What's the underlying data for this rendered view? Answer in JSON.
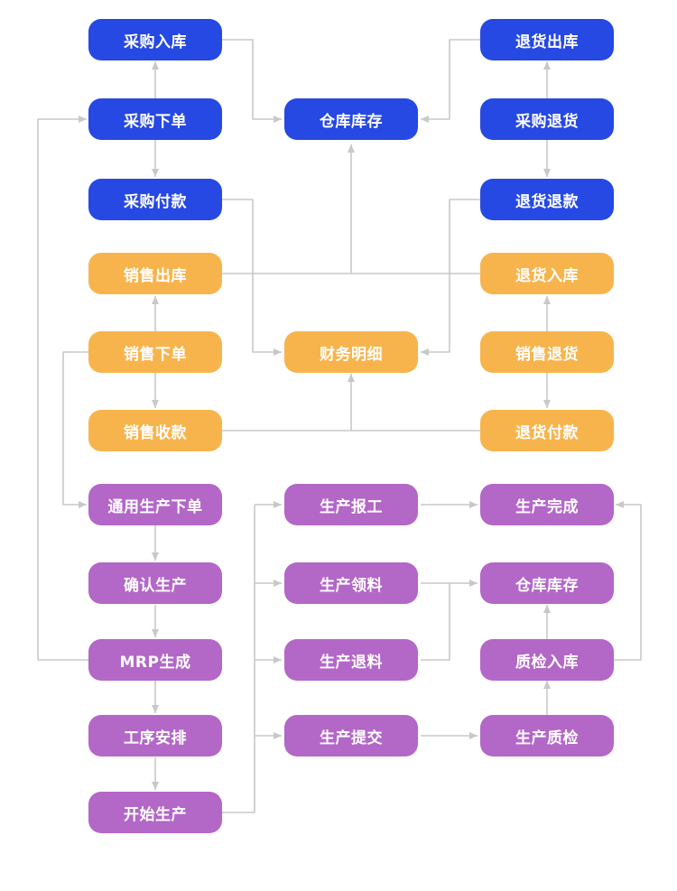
{
  "colors": {
    "blue": "#2648e3",
    "orange": "#f8b44c",
    "purple": "#b367c7",
    "connector": "#c8c8c8"
  },
  "nodes": {
    "purchase_in": "采购入库",
    "purchase_order": "采购下单",
    "purchase_pay": "采购付款",
    "inventory": "仓库库存",
    "return_out": "退货出库",
    "purchase_return": "采购退货",
    "return_refund": "退货退款",
    "sales_out": "销售出库",
    "sales_order": "销售下单",
    "sales_collect": "销售收款",
    "finance": "财务明细",
    "return_in": "退货入库",
    "sales_return": "销售退货",
    "return_payment": "退货付款",
    "general_production_order": "通用生产下单",
    "confirm_production": "确认生产",
    "mrp_generate": "MRP生成",
    "process_schedule": "工序安排",
    "start_production": "开始生产",
    "production_report": "生产报工",
    "production_pick": "生产领料",
    "production_return": "生产退料",
    "production_submit": "生产提交",
    "production_complete": "生产完成",
    "production_inventory": "仓库库存",
    "qc_in": "质检入库",
    "production_qc": "生产质检"
  }
}
